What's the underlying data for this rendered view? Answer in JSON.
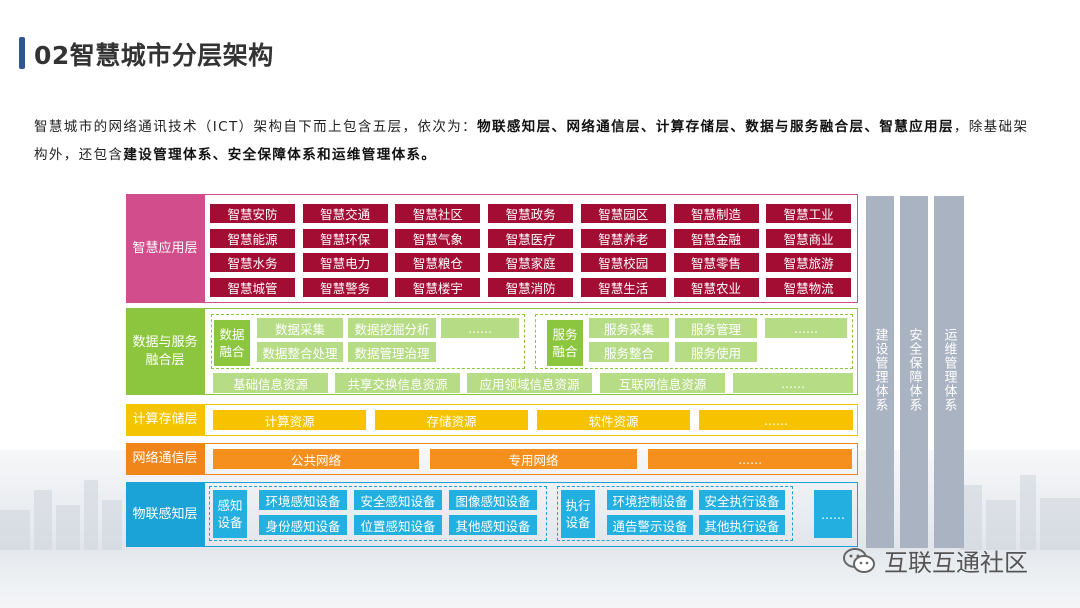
{
  "title": "02智慧城市分层架构",
  "intro": {
    "p1": "智慧城市的网络通讯技术（ICT）架构自下而上包含五层，依次为：",
    "b1": "物联感知层、网络通信层、计算存储层、数据与服务融合层、智慧应用层",
    "p2": "，除基础架构外，还包含",
    "b2": "建设管理体系、安全保障体系和运维管理体系。"
  },
  "layers": {
    "app": {
      "label": "智慧应用层",
      "items": [
        "智慧安防",
        "智慧交通",
        "智慧社区",
        "智慧政务",
        "智慧园区",
        "智慧制造",
        "智慧工业",
        "智慧能源",
        "智慧环保",
        "智慧气象",
        "智慧医疗",
        "智慧养老",
        "智慧金融",
        "智慧商业",
        "智慧水务",
        "智慧电力",
        "智慧粮仓",
        "智慧家庭",
        "智慧校园",
        "智慧零售",
        "智慧旅游",
        "智慧城管",
        "智慧警务",
        "智慧楼宇",
        "智慧消防",
        "智慧生活",
        "智慧农业",
        "智慧物流"
      ]
    },
    "data": {
      "label1": "数据与服务",
      "label2": "融合层",
      "data_group": {
        "t1": "数据",
        "t2": "融合",
        "items": [
          "数据采集",
          "数据挖掘分析",
          "......",
          "数据整合处理",
          "数据管理治理"
        ]
      },
      "service_group": {
        "t1": "服务",
        "t2": "融合",
        "items": [
          "服务采集",
          "服务管理",
          "......",
          "服务整合",
          "服务使用"
        ]
      },
      "resources": [
        "基础信息资源",
        "共享交换信息资源",
        "应用领域信息资源",
        "互联网信息资源",
        "......"
      ]
    },
    "compute": {
      "label": "计算存储层",
      "items": [
        "计算资源",
        "存储资源",
        "软件资源",
        "......"
      ]
    },
    "network": {
      "label": "网络通信层",
      "items": [
        "公共网络",
        "专用网络",
        "......"
      ]
    },
    "iot": {
      "label": "物联感知层",
      "sense": {
        "t1": "感知",
        "t2": "设备",
        "items": [
          "环境感知设备",
          "安全感知设备",
          "图像感知设备",
          "身份感知设备",
          "位置感知设备",
          "其他感知设备"
        ]
      },
      "exec": {
        "t1": "执行",
        "t2": "设备",
        "items": [
          "环境控制设备",
          "安全执行设备",
          "通告警示设备",
          "其他执行设备"
        ]
      },
      "more": "......"
    }
  },
  "systems": [
    "建设管理体系",
    "安全保障体系",
    "运维管理体系"
  ],
  "watermark": "互联互通社区",
  "colors": {
    "app_label": "#d14d8b",
    "app_cell": "#a30d34",
    "data_label": "#8cc63e",
    "data_cell": "#b7dc86",
    "compute_label": "#f5c400",
    "compute_cell": "#f7c300",
    "network_label": "#f08519",
    "network_cell": "#f5901e",
    "iot_label": "#1ba3d8",
    "iot_cell": "#23b0e0",
    "system": "#a9b3c2"
  }
}
